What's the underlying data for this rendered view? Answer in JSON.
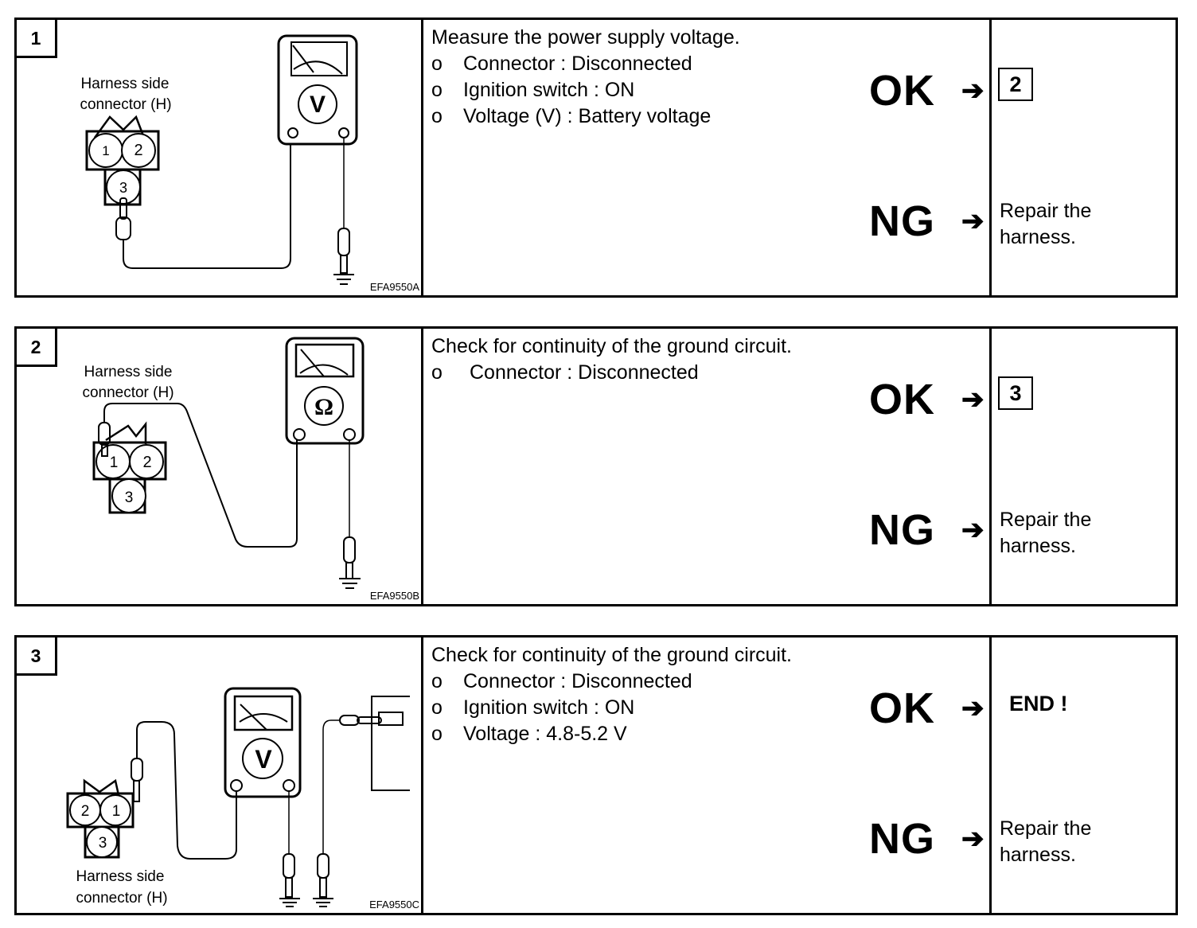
{
  "steps": [
    {
      "number": "1",
      "figure": {
        "label_line1": "Harness side",
        "label_line2": "connector (H)",
        "meter_symbol": "V",
        "pins": [
          "1",
          "2",
          "3"
        ],
        "code": "EFA9550A"
      },
      "instruction": {
        "title": "Measure the power supply voltage.",
        "bullets": [
          {
            "marker": "o",
            "text": "Connector : Disconnected"
          },
          {
            "marker": "o",
            "text": "Ignition switch : ON"
          },
          {
            "marker": "o",
            "text": "Voltage (V) : Battery voltage"
          }
        ]
      },
      "ok_label": "OK",
      "ng_label": "NG",
      "arrow": "➔",
      "ok_result": "2",
      "ng_result": "Repair the harness."
    },
    {
      "number": "2",
      "figure": {
        "label_line1": "Harness side",
        "label_line2": "connector (H)",
        "meter_symbol": "Ω",
        "pins": [
          "1",
          "2",
          "3"
        ],
        "code": "EFA9550B"
      },
      "instruction": {
        "title": "Check for continuity of the ground circuit.",
        "bullets": [
          {
            "marker": "o",
            "text": "Connector : Disconnected"
          }
        ]
      },
      "ok_label": "OK",
      "ng_label": "NG",
      "arrow": "➔",
      "ok_result": "3",
      "ng_result": "Repair the harness."
    },
    {
      "number": "3",
      "figure": {
        "label_line1": "Harness side",
        "label_line2": "connector (H)",
        "meter_symbol": "V",
        "pins": [
          "2",
          "1",
          "3"
        ],
        "code": "EFA9550C"
      },
      "instruction": {
        "title": "Check for continuity of the ground circuit.",
        "bullets": [
          {
            "marker": "o",
            "text": "Connector : Disconnected"
          },
          {
            "marker": "o",
            "text": "Ignition switch : ON"
          },
          {
            "marker": "o",
            "text": "Voltage : 4.8-5.2 V"
          }
        ]
      },
      "ok_label": "OK",
      "ng_label": "NG",
      "arrow": "➔",
      "ok_result": "END !",
      "ng_result": "Repair the harness."
    }
  ]
}
